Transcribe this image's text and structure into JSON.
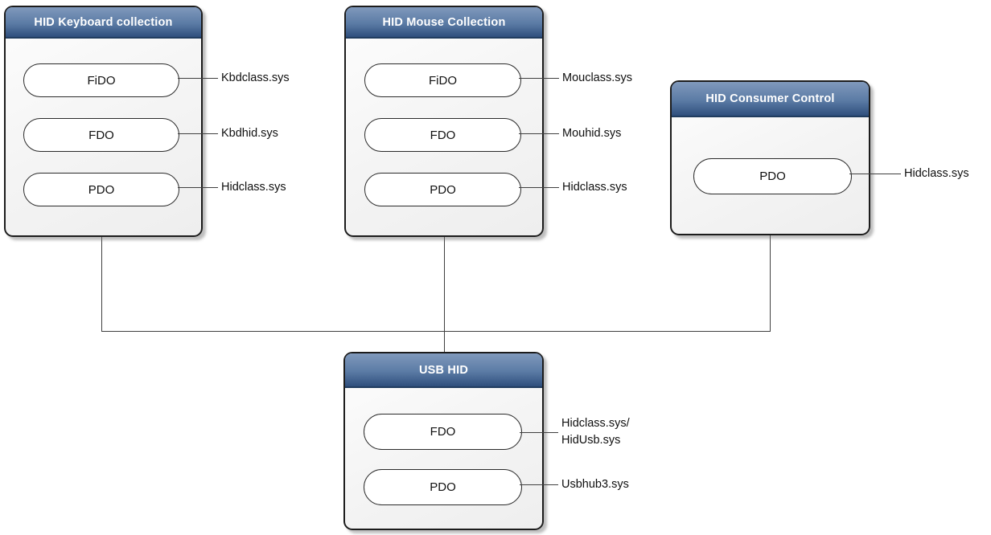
{
  "colors": {
    "header_gradient_top": "#8099bc",
    "header_gradient_mid": "#5b7ba5",
    "header_gradient_bottom": "#2f4f7d",
    "header_divider": "#203c5f",
    "header_title_text": "#ffffff",
    "box_border": "#1c1c1c",
    "box_body_light": "#fdfdfd",
    "box_body_dark": "#eeeeee",
    "pill_fill": "#ffffff",
    "pill_border": "#2a2a2a",
    "connector_line": "#3f3f3f",
    "label_text": "#0f0f0f"
  },
  "boxes": [
    {
      "id": "hid-keyboard-collection",
      "title": "HID Keyboard collection",
      "nodes": [
        {
          "label": "FiDO",
          "annotation": "Kbdclass.sys"
        },
        {
          "label": "FDO",
          "annotation": "Kbdhid.sys"
        },
        {
          "label": "PDO",
          "annotation": "Hidclass.sys"
        }
      ]
    },
    {
      "id": "hid-mouse-collection",
      "title": "HID Mouse Collection",
      "nodes": [
        {
          "label": "FiDO",
          "annotation": "Mouclass.sys"
        },
        {
          "label": "FDO",
          "annotation": "Mouhid.sys"
        },
        {
          "label": "PDO",
          "annotation": "Hidclass.sys"
        }
      ]
    },
    {
      "id": "hid-consumer-control",
      "title": "HID Consumer Control",
      "nodes": [
        {
          "label": "PDO",
          "annotation": "Hidclass.sys"
        }
      ]
    },
    {
      "id": "usb-hid",
      "title": "USB HID",
      "nodes": [
        {
          "label": "FDO",
          "annotation": "Hidclass.sys/\nHidUsb.sys"
        },
        {
          "label": "PDO",
          "annotation": "Usbhub3.sys"
        }
      ]
    }
  ]
}
